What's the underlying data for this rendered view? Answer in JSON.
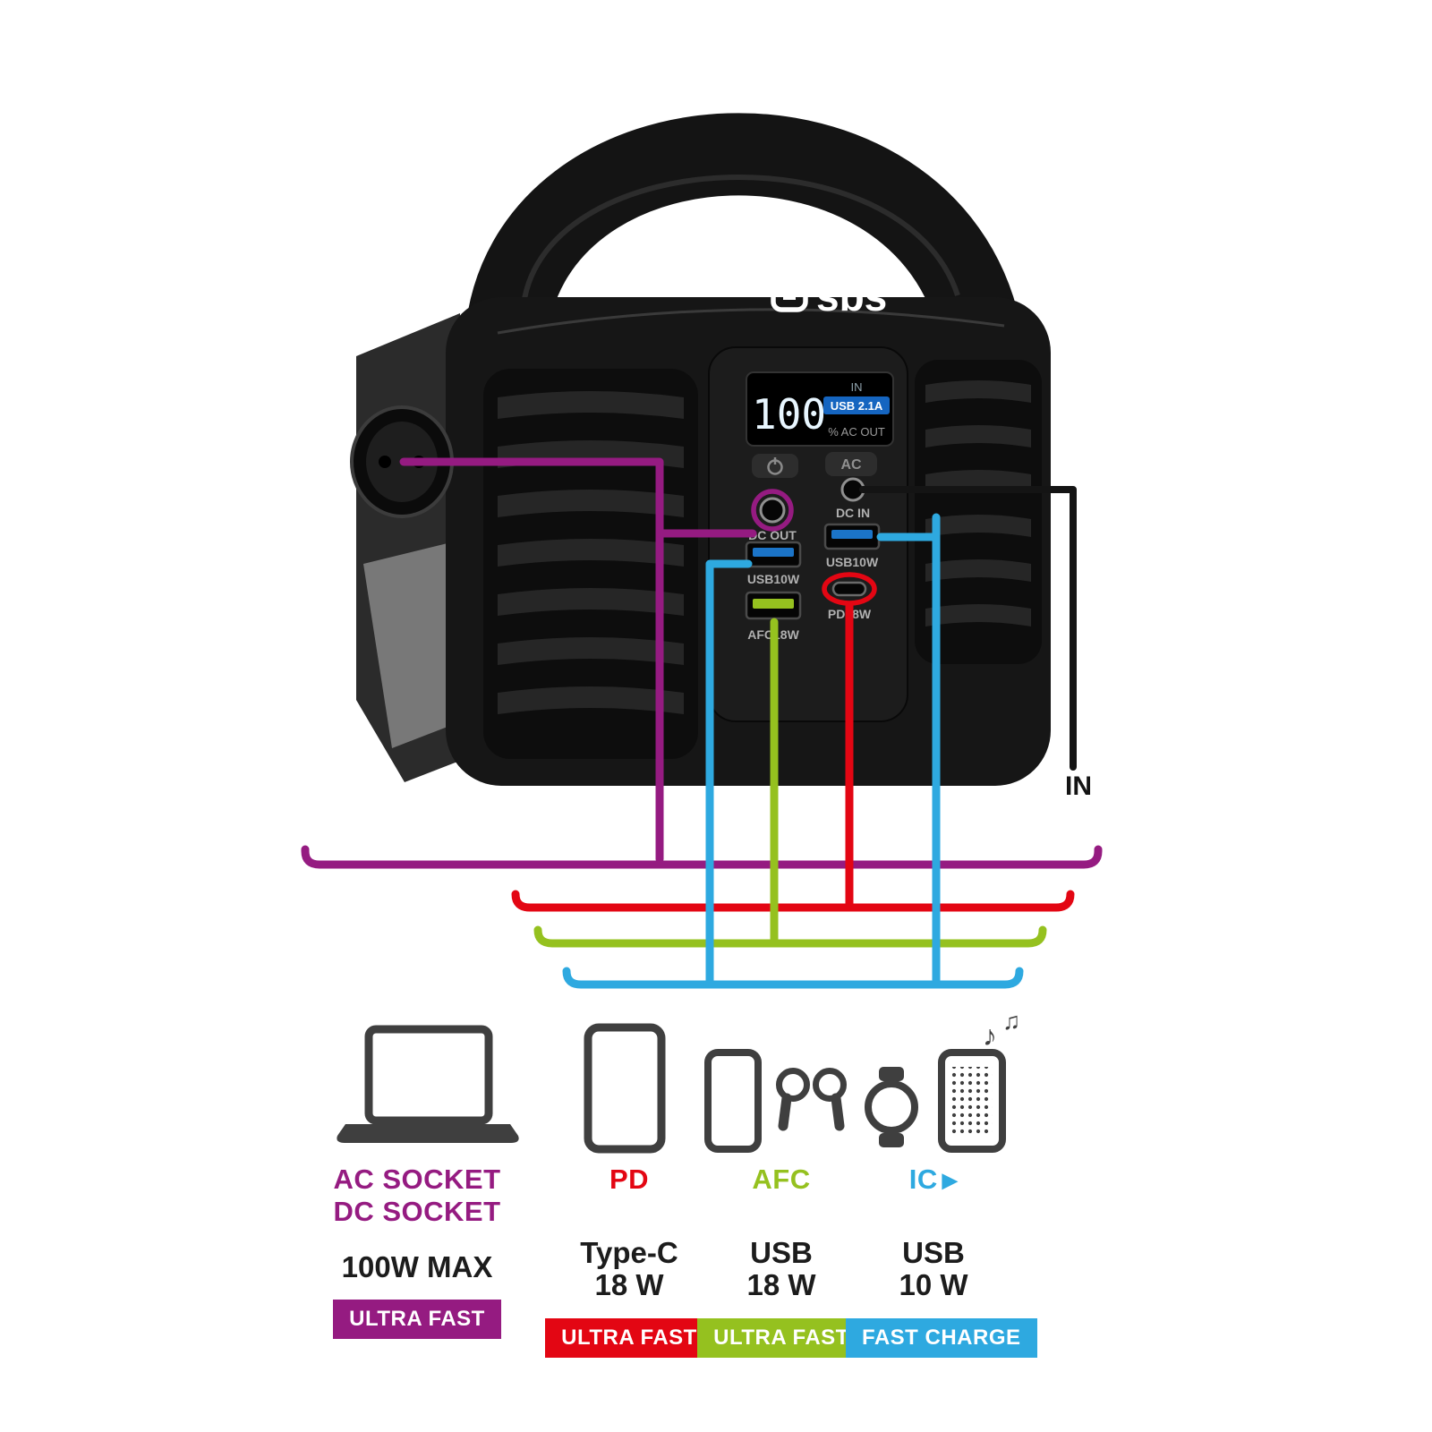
{
  "colors": {
    "purple": "#951b81",
    "red": "#e30613",
    "green": "#95c11f",
    "blue": "#2ea9e0",
    "black": "#141414",
    "icon_gray": "#3f3f3f"
  },
  "device": {
    "brand": "sbs",
    "display": {
      "main_value": "100",
      "top_right": "IN",
      "usb_badge": "USB 2.1A",
      "bottom_row": "% AC OUT"
    },
    "buttons": {
      "ac_label": "AC"
    },
    "ports": {
      "dc_out": "DC OUT",
      "dc_in": "DC IN",
      "usb_top": "USB10W",
      "usb_bottom": "USB10W",
      "pd": "PD18W",
      "afc": "AFC18W"
    }
  },
  "in_annotation": "IN",
  "icons": {
    "music_note_1": "♪",
    "music_note_2": "♫",
    "ic_arrow": "▶"
  },
  "columns": [
    {
      "id": "ac-dc",
      "title_line1": "AC SOCKET",
      "title_line2": "DC SOCKET",
      "spec_line1": "100W MAX",
      "badge": "ULTRA FAST"
    },
    {
      "id": "pd",
      "title_line1": "PD",
      "spec_line1": "Type-C",
      "spec_line2": "18 W",
      "badge": "ULTRA FAST"
    },
    {
      "id": "afc",
      "title_line1": "AFC",
      "spec_line1": "USB",
      "spec_line2": "18 W",
      "badge": "ULTRA FAST"
    },
    {
      "id": "ic",
      "title_line1": "IC",
      "spec_line1": "USB",
      "spec_line2": "10 W",
      "badge": "FAST CHARGE"
    }
  ]
}
